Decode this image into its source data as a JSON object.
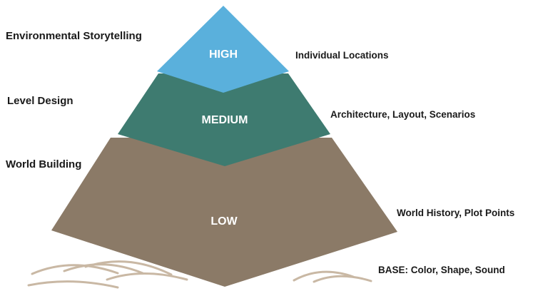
{
  "pyramid": {
    "tiers": [
      {
        "id": "high",
        "center_label": "HIGH",
        "left_label": "Environmental Storytelling",
        "right_label": "Individual Locations",
        "color": "#5ab0dc"
      },
      {
        "id": "medium",
        "center_label": "MEDIUM",
        "left_label": "Level Design",
        "right_label": "Architecture, Layout, Scenarios",
        "color": "#3e7b70"
      },
      {
        "id": "low",
        "center_label": "LOW",
        "left_label": "World Building",
        "right_label": "World History, Plot Points",
        "color": "#8b7a67"
      }
    ],
    "base": {
      "label": "BASE: Color, Shape, Sound",
      "hill_color": "#c9b8a4"
    }
  }
}
